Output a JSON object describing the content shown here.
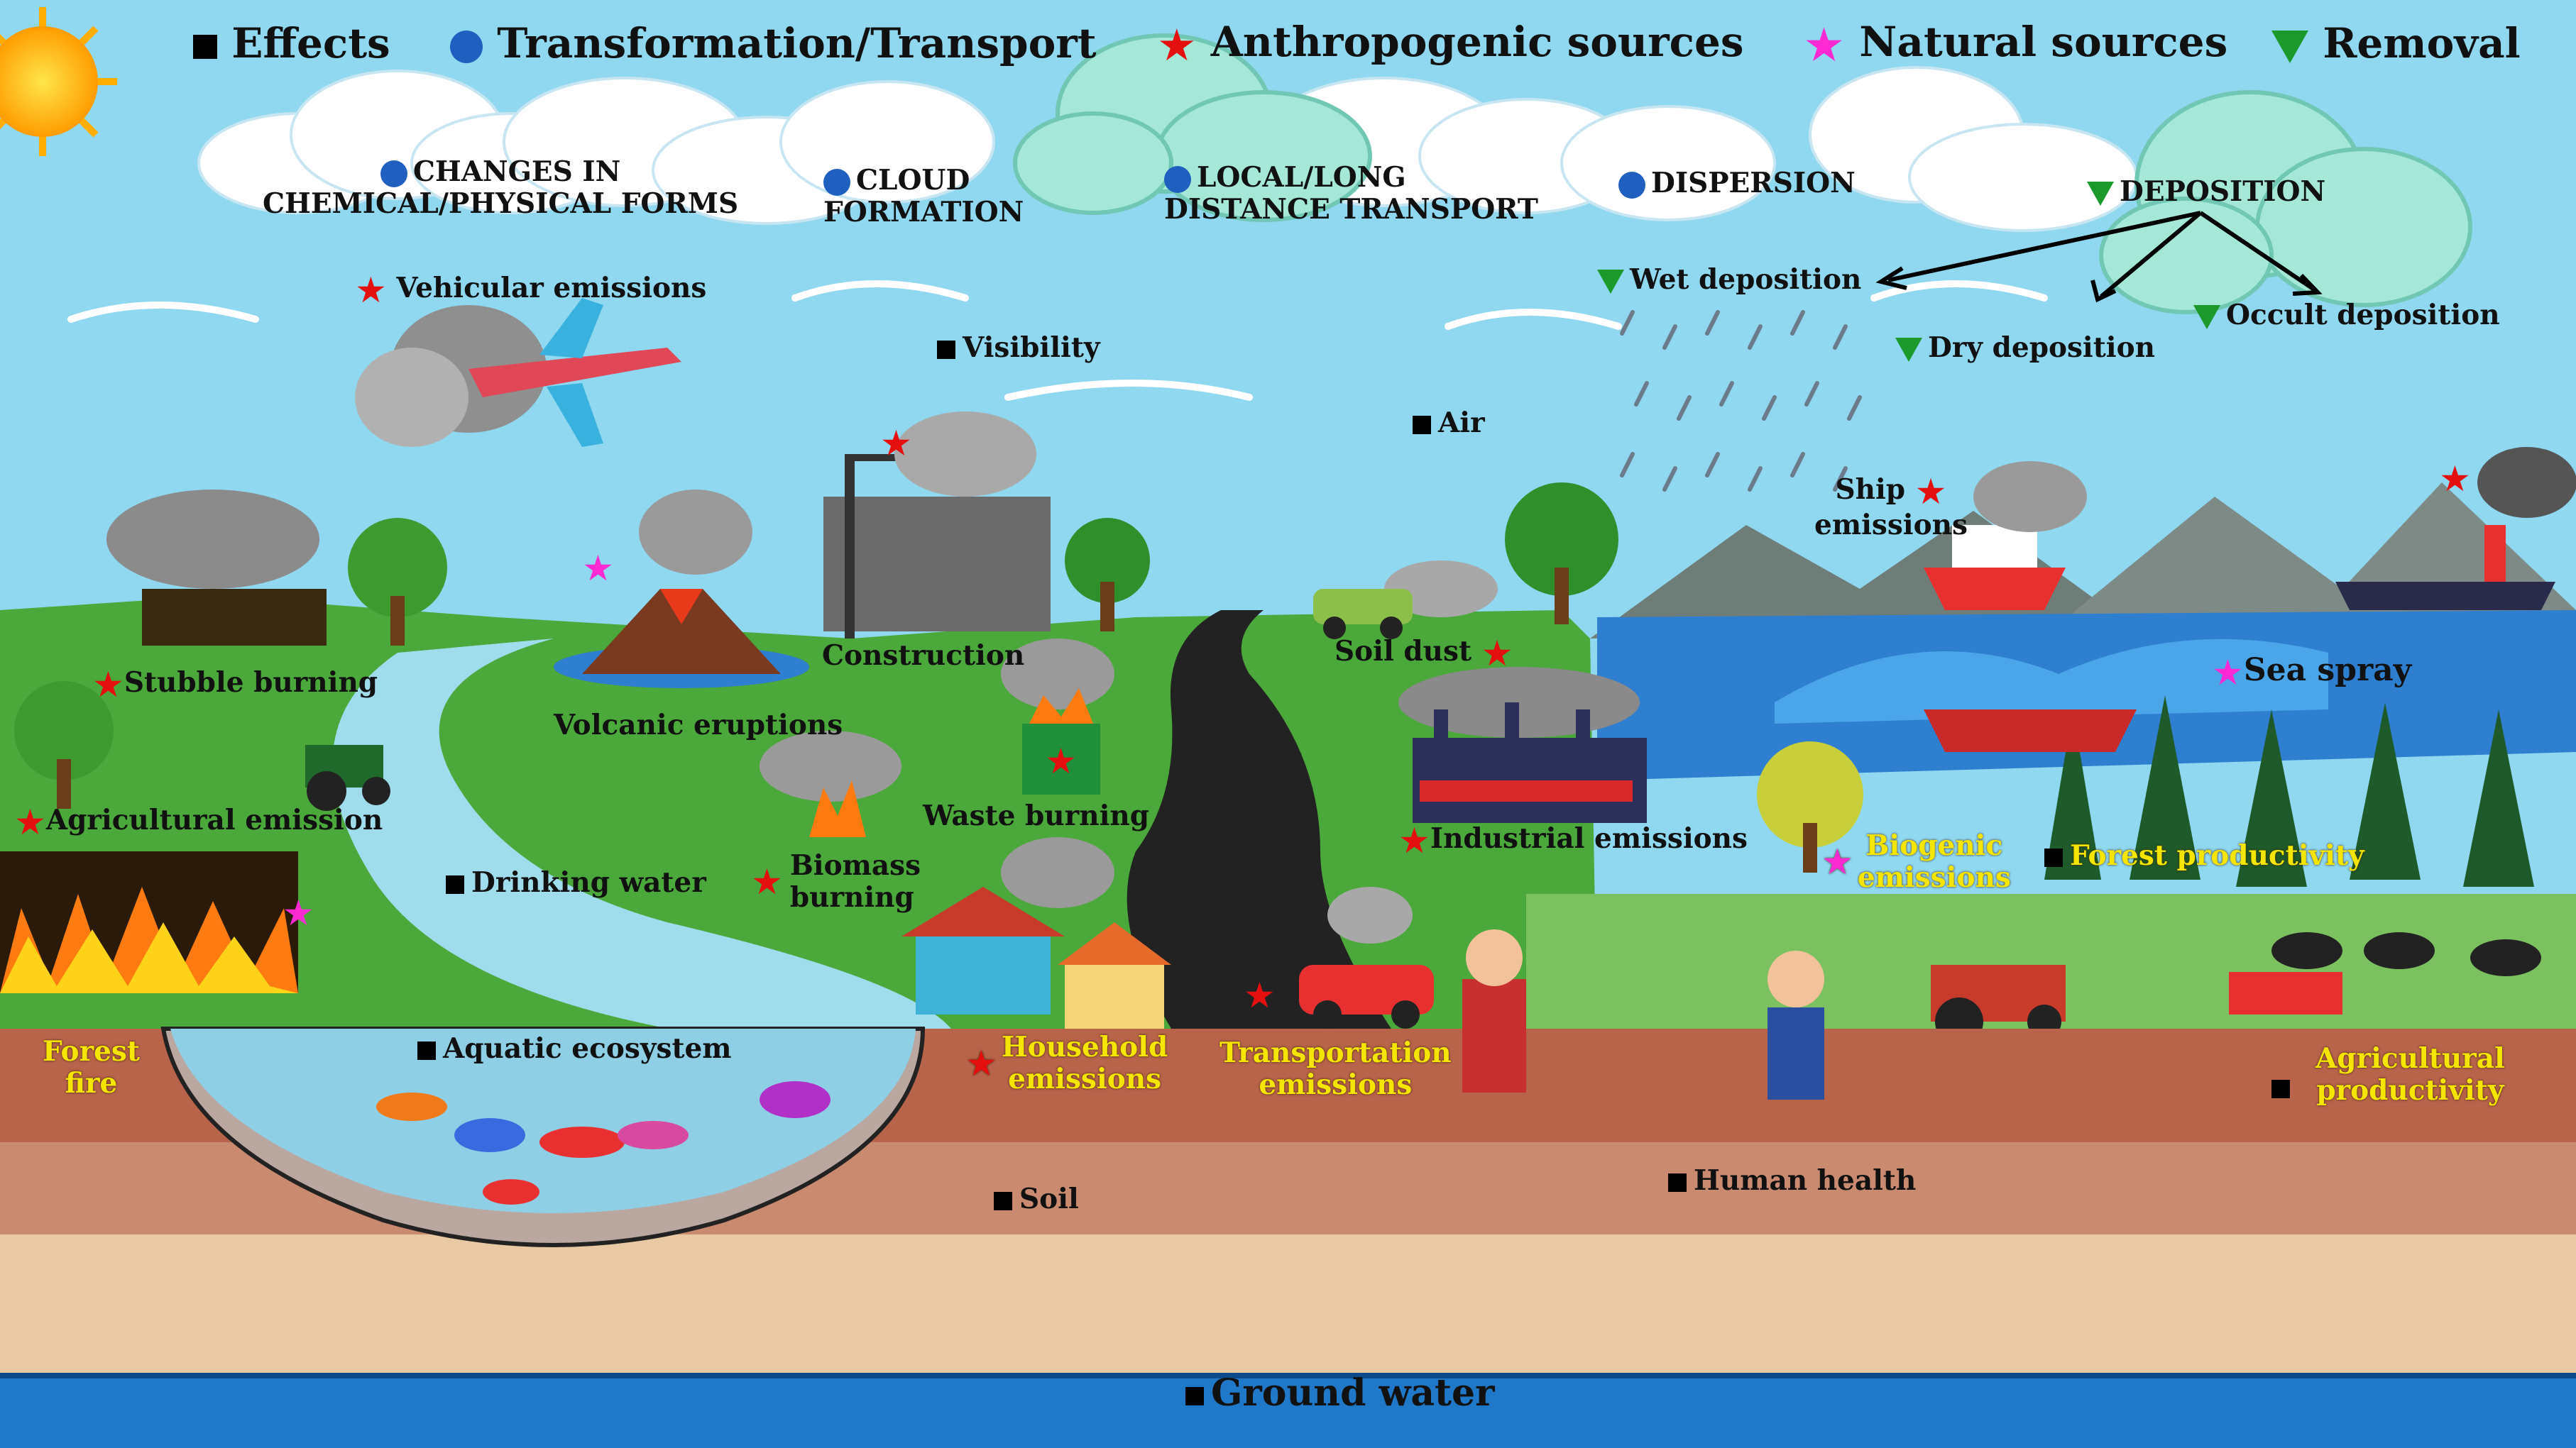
{
  "legend": {
    "effects": "Effects",
    "transformation": "Transformation/Transport",
    "anthropogenic": "Anthropogenic sources",
    "natural": "Natural sources",
    "removal": "Removal"
  },
  "transport": {
    "changes_line1": "CHANGES IN",
    "changes_line2": "CHEMICAL/PHYSICAL FORMS",
    "cloud_line1": "CLOUD",
    "cloud_line2": "FORMATION",
    "ldt_line1": "LOCAL/LONG",
    "ldt_line2": "DISTANCE TRANSPORT",
    "dispersion": "DISPERSION"
  },
  "removal": {
    "deposition": "DEPOSITION",
    "wet": "Wet deposition",
    "dry": "Dry deposition",
    "occult": "Occult deposition"
  },
  "effects": {
    "visibility": "Visibility",
    "air": "Air",
    "drinking_water": "Drinking water",
    "aquatic": "Aquatic ecosystem",
    "soil": "Soil",
    "human_health": "Human health",
    "forest_productivity": "Forest productivity",
    "agri_line1": "Agricultural",
    "agri_line2": "productivity",
    "ground_water": "Ground water"
  },
  "sources": {
    "vehicular": "Vehicular emissions",
    "stubble": "Stubble burning",
    "agricultural": "Agricultural emission",
    "forest_fire_line1": "Forest",
    "forest_fire_line2": "fire",
    "volcanic": "Volcanic eruptions",
    "construction": "Construction",
    "waste": "Waste burning",
    "biomass_line1": "Biomass",
    "biomass_line2": "burning",
    "household_line1": "Household",
    "household_line2": "emissions",
    "transport_line1": "Transportation",
    "transport_line2": "emissions",
    "soil_dust": "Soil dust",
    "industrial": "Industrial emissions",
    "biogenic_line1": "Biogenic",
    "biogenic_line2": "emissions",
    "ship_line1": "Ship",
    "ship_line2": "emissions",
    "sea_spray": "Sea spray"
  },
  "colors": {
    "sky": "#8fd8f0",
    "grass": "#4ba83a",
    "river": "#9fdcec",
    "soil_top": "#b8644a",
    "soil_mid": "#c98a70",
    "sand": "#e8c9a4",
    "ground_water": "#1f78c8",
    "effect_marker": "#000000",
    "transport_marker": "#1f5fbf",
    "anthropogenic_marker": "#e41010",
    "natural_marker": "#ff2ad4",
    "removal_marker": "#1b9a2b",
    "yellow_label": "#f5e600"
  },
  "icons": [
    "sun-icon",
    "cloud-icon",
    "airplane-icon",
    "volcano-icon",
    "factory-icon",
    "crane-icon",
    "tree-icon",
    "car-icon",
    "ship-icon",
    "tractor-icon",
    "house-icon",
    "fire-icon",
    "farmer-icon",
    "fish-icon",
    "cow-icon",
    "mountain-icon",
    "rain-icon"
  ]
}
